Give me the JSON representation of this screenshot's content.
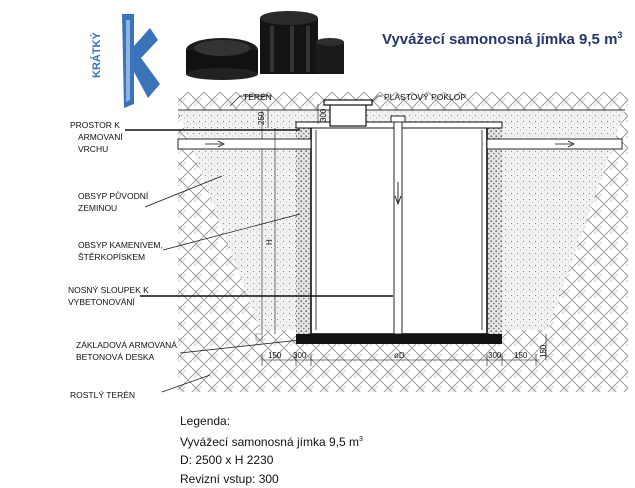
{
  "header": {
    "logo_text": "KRÁTKÝ",
    "title": "Vyvážecí samonosná jímka 9,5 m",
    "title_sup": "3"
  },
  "labels": {
    "teren": "TERÉN",
    "plastovy_poklop": "PLASTOVÝ POKLOP",
    "prostor_1": "PROSTOR K",
    "prostor_2": "ARMOVANÍ",
    "prostor_3": "VRCHU",
    "obsyp_puvodni_1": "OBSYP PŮVODNÍ",
    "obsyp_puvodni_2": "ZEMINOU",
    "obsyp_kamenivem_1": "OBSYP KAMENIVEM,",
    "obsyp_kamenivem_2": "ŠTĚRKOPÍSKEM",
    "sloupek_1": "NOSNÝ SLOUPEK K",
    "sloupek_2": "VYBETONOVÁNÍ",
    "zakladova_1": "ZÁKLADOVÁ ARMOVANÁ",
    "zakladova_2": "BETONOVÁ DESKA",
    "rostly_teren": "ROSTLÝ TERÉN"
  },
  "dimensions": {
    "top_250": "250",
    "top_300": "300",
    "height": "H",
    "b150_left": "150",
    "b300_left": "300",
    "diameter": "øD",
    "b300_right": "300",
    "b150_right": "150",
    "vert_150": "150"
  },
  "legend": {
    "heading": "Legenda:",
    "line1": "Vyvážecí samonosná jímka 9,5 m",
    "line1_sup": "3",
    "line2": "D: 2500 x H 2230",
    "line3": "Revizní vstup: 300"
  }
}
